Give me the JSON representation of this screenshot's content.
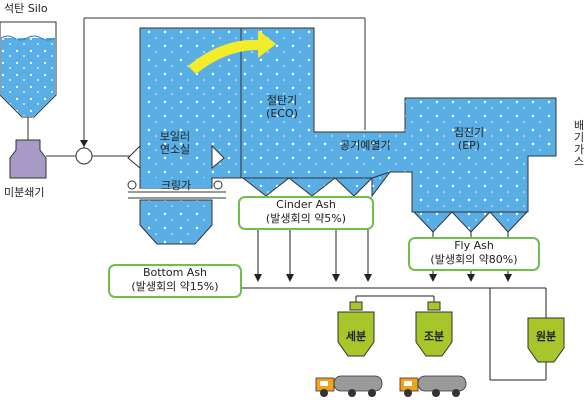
{
  "labels": {
    "coal_silo": "석탄 Silo",
    "pulverizer": "미분쇄기",
    "furnace_line1": "보일러",
    "furnace_line2": "연소실",
    "clinker": "크링가",
    "eco_line1": "절탄기",
    "eco_line2": "(ECO)",
    "air_preheater": "공기예열기",
    "ep_line1": "집진기",
    "ep_line2": "(EP)",
    "exhaust_gas": [
      "배",
      "기",
      "가",
      "스"
    ]
  },
  "ash_boxes": {
    "cinder": {
      "title": "Cinder Ash",
      "note": "(발생회의 약5%)"
    },
    "fly": {
      "title": "Fly Ash",
      "note": "(발생회의 약80%)"
    },
    "bottom": {
      "title": "Bottom Ash",
      "note": "(발생회의 약15%)"
    }
  },
  "silos": {
    "fine": "세분",
    "coarse": "조분",
    "raw": "원분"
  },
  "colors": {
    "water_blue": "#5aaee6",
    "ash_box_border": "#6fbf4a",
    "silo_green": "#a6c62a",
    "arrow_yellow": "#f3ec2a",
    "truck_orange": "#f0a21d"
  }
}
